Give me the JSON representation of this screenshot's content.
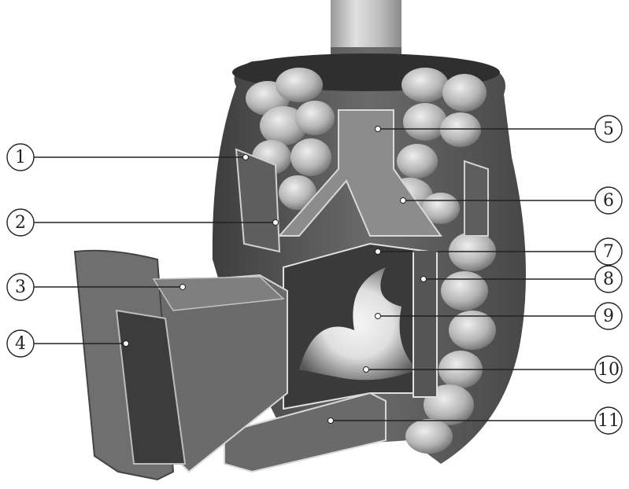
{
  "callouts": [
    {
      "label": "1"
    },
    {
      "label": "2"
    },
    {
      "label": "3"
    },
    {
      "label": "4"
    },
    {
      "label": "5"
    },
    {
      "label": "6"
    },
    {
      "label": "7"
    },
    {
      "label": "8"
    },
    {
      "label": "9"
    },
    {
      "label": "10"
    },
    {
      "label": "11"
    }
  ],
  "colors": {
    "background": "#ffffff",
    "metal_dark": "#4a4a4a",
    "metal_mid": "#7a7a7a",
    "metal_light": "#b9b9b9",
    "stone": "#c8c8c8",
    "flame": "#f4f4f4"
  }
}
